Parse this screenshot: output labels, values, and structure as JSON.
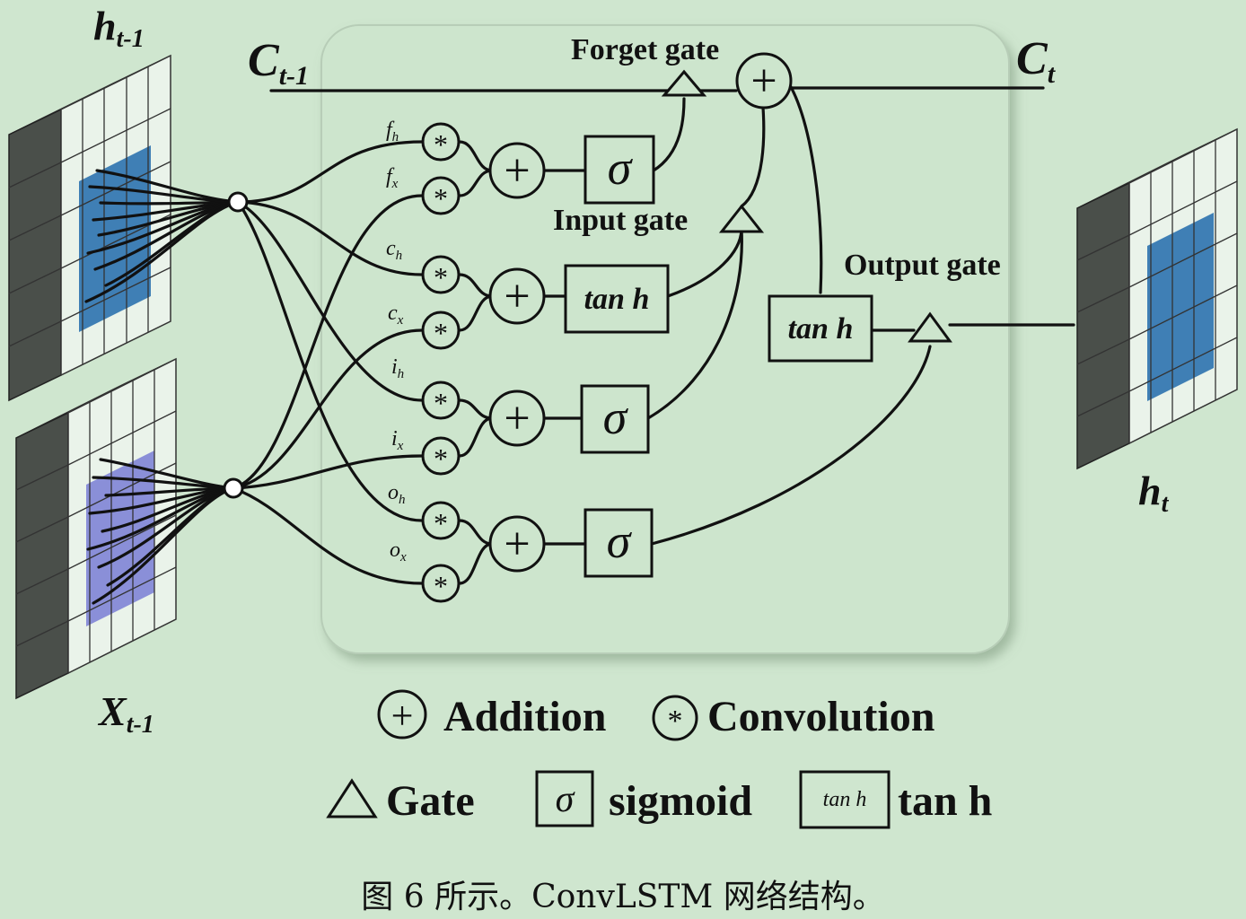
{
  "inputs": {
    "h_prev_label_main": "h",
    "h_prev_label_sub": "t-1",
    "x_prev_label_main": "X",
    "x_prev_label_sub": "t-1"
  },
  "output": {
    "h_t_label_main": "h",
    "h_t_label_sub": "t"
  },
  "cell_state": {
    "prev_main": "C",
    "prev_sub": "t-1",
    "next_main": "C",
    "next_sub": "t"
  },
  "gates": {
    "forget": "Forget gate",
    "input": "Input gate",
    "output": "Output gate"
  },
  "operators": {
    "conv_symbol": "*",
    "add_symbol": "+",
    "sigmoid_symbol": "σ",
    "tanh_label": "tan h"
  },
  "branch_labels": [
    {
      "main": "f",
      "sub": "h"
    },
    {
      "main": "f",
      "sub": "x"
    },
    {
      "main": "c",
      "sub": "h"
    },
    {
      "main": "c",
      "sub": "x"
    },
    {
      "main": "i",
      "sub": "h"
    },
    {
      "main": "i",
      "sub": "x"
    },
    {
      "main": "o",
      "sub": "h"
    },
    {
      "main": "o",
      "sub": "x"
    }
  ],
  "legend": {
    "addition": "Addition",
    "convolution": "Convolution",
    "gate": "Gate",
    "sigmoid": "sigmoid",
    "tanh": "tan h",
    "tanh_box": "tan h"
  },
  "colors": {
    "background": "#cfe6cf",
    "cell_box": "#cde5cd",
    "grid_dark": "#4a4f4a",
    "grid_light": "#eaf3ea",
    "highlight_blue": "#3f7fb5",
    "highlight_purple": "#8a8fd8"
  },
  "caption": "图 6 所示。ConvLSTM 网络结构。"
}
